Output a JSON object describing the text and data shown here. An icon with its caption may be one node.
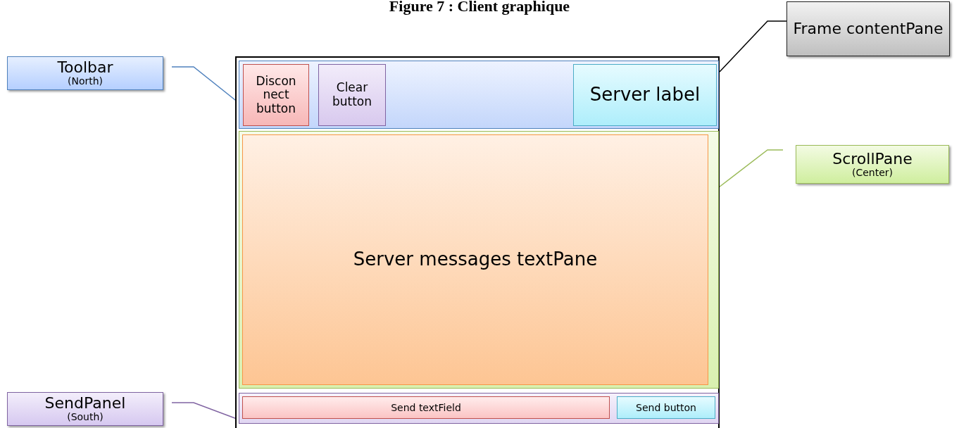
{
  "diagram": {
    "title": "Figure 7 : Client graphique",
    "nodes": [
      {
        "text": [
          "Toolbar",
          "(North)"
        ]
      },
      {
        "text": [
          "Frame contentPane"
        ]
      },
      {
        "text": [
          "ScrollPane",
          "(Center)"
        ]
      },
      {
        "text": [
          "SendPanel",
          "(South)"
        ]
      },
      {
        "text": [],
        "shape": "box"
      },
      {
        "text": [],
        "shape": "box",
        "in": 4
      },
      {
        "text": [
          "Discon nect button"
        ],
        "in": 5
      },
      {
        "text": [
          "Clear button"
        ],
        "in": 5
      },
      {
        "text": [
          "Server label"
        ],
        "in": 5
      },
      {
        "text": [],
        "shape": "box",
        "in": 4
      },
      {
        "text": [
          "Server messages textPane"
        ],
        "in": 9
      },
      {
        "text": [],
        "shape": "box",
        "in": 4
      },
      {
        "text": [
          "Send textField"
        ],
        "in": 11
      },
      {
        "text": [
          "Send button"
        ],
        "in": 11
      }
    ],
    "edges": [
      {
        "from": 0,
        "to": 5,
        "arrow": "none",
        "color": "#4f81bd"
      },
      {
        "from": 1,
        "to": 4,
        "arrow": "none",
        "color": "#000000"
      },
      {
        "from": 2,
        "to": 9,
        "arrow": "none",
        "color": "#9bbb59"
      },
      {
        "from": 3,
        "to": 11,
        "arrow": "none",
        "color": "#8064a2"
      }
    ]
  }
}
